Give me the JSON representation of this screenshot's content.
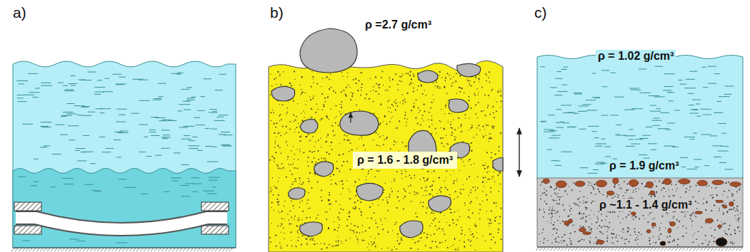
{
  "diagram": {
    "labels": [
      "a)",
      "b)",
      "ρ =2.7 g/cm³",
      "ρ = 1.6 - 1.8 g/cm³",
      "c)",
      "ρ = 1.02 g/cm³",
      "ρ = 1.9 g/cm³",
      "ρ ~1.1 - 1.4 g/cm³"
    ]
  }
}
